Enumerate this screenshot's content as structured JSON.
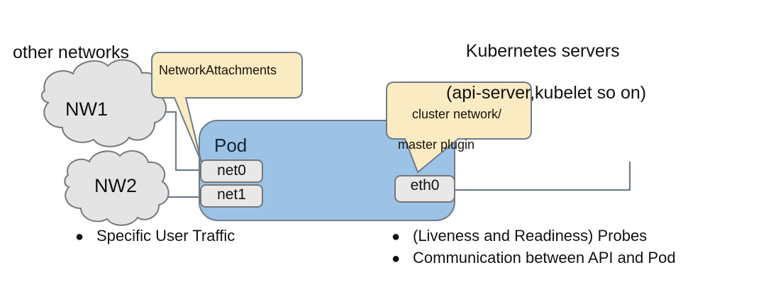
{
  "diagram": {
    "title_left": "other networks",
    "title_right_line1": "Kubernetes servers",
    "title_right_line2": "(api-server,kubelet so on)",
    "clouds": [
      {
        "label": "NW1"
      },
      {
        "label": "NW2"
      }
    ],
    "pod": {
      "label": "Pod",
      "color": "#9CC3E5",
      "border_color": "#6E7B8B",
      "interfaces_left": [
        {
          "label": "net0"
        },
        {
          "label": "net1"
        }
      ],
      "interfaces_right": [
        {
          "label": "eth0"
        }
      ],
      "interface_fill": "#E8E8E8",
      "interface_border": "#777777"
    },
    "callouts": [
      {
        "name": "network-attachments",
        "text": "NetworkAttachments",
        "fill": "#FBEBC3",
        "border": "#6E7B8B"
      },
      {
        "name": "cluster-network",
        "line1": "cluster network/",
        "line2": "master plugin",
        "fill": "#FBEBC3",
        "border": "#6E7B8B"
      }
    ],
    "bullets_left": [
      {
        "marker": "●",
        "text": "Specific User Traffic"
      }
    ],
    "bullets_right": [
      {
        "marker": "●",
        "text": "(Liveness and Readiness) Probes"
      },
      {
        "marker": "●",
        "text": "Communication between API and Pod"
      }
    ],
    "cloud_fill": "#E4E4E4",
    "cloud_border": "#76787B",
    "connector_color": "#6E7B8B"
  }
}
